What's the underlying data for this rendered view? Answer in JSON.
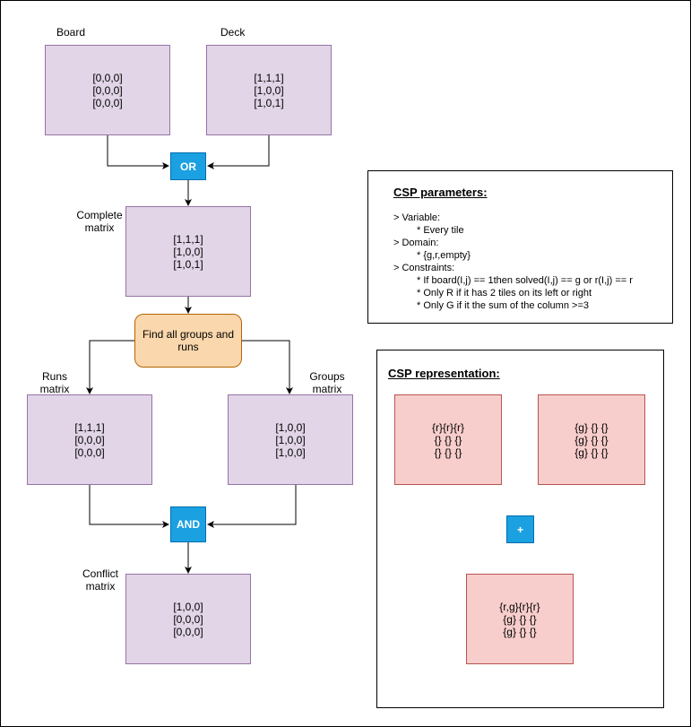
{
  "labels": {
    "board": "Board",
    "deck": "Deck",
    "complete": [
      "Complete",
      "matrix"
    ],
    "runs": [
      "Runs",
      "matrix"
    ],
    "groups": [
      "Groups",
      "matrix"
    ],
    "conflict": [
      "Conflict",
      "matrix"
    ]
  },
  "matrices": {
    "board": [
      "[0,0,0]",
      "[0,0,0]",
      "[0,0,0]"
    ],
    "deck": [
      "[1,1,1]",
      "[1,0,0]",
      "[1,0,1]"
    ],
    "complete": [
      "[1,1,1]",
      "[1,0,0]",
      "[1,0,1]"
    ],
    "runs": [
      "[1,1,1]",
      "[0,0,0]",
      "[0,0,0]"
    ],
    "groups": [
      "[1,0,0]",
      "[1,0,0]",
      "[1,0,0]"
    ],
    "conflict": [
      "[1,0,0]",
      "[0,0,0]",
      "[0,0,0]"
    ]
  },
  "operators": {
    "or": "OR",
    "and": "AND",
    "plus": "+"
  },
  "find_box": [
    "Find all groups and",
    "runs"
  ],
  "csp_parameters": {
    "title": "CSP parameters:",
    "lines": [
      "> Variable:",
      "* Every tile",
      "> Domain:",
      "* {g,r,empty}",
      "> Constraints:",
      "*  If board(I,j) == 1then solved(I,j) == g or r(I,j) == r",
      "* Only R if it has 2 tiles on its left or right",
      "* Only G if it the sum of the column >=3"
    ]
  },
  "csp_representation": {
    "title": "CSP representation:",
    "left": [
      "{r}{r}{r}",
      "{} {} {}",
      "{} {} {}"
    ],
    "right": [
      "{g} {} {}",
      "{g} {} {}",
      "{g} {} {}"
    ],
    "result": [
      "{r,g}{r}{r}",
      "{g}  {} {}",
      "{g}  {} {}"
    ]
  },
  "colors": {
    "matrix_fill": "#e1d5e7",
    "matrix_border": "#9673a6",
    "operator_fill": "#1ba1e2",
    "find_fill": "#fad7ac",
    "csp_fill": "#f8cecc",
    "csp_border": "#b85450"
  }
}
